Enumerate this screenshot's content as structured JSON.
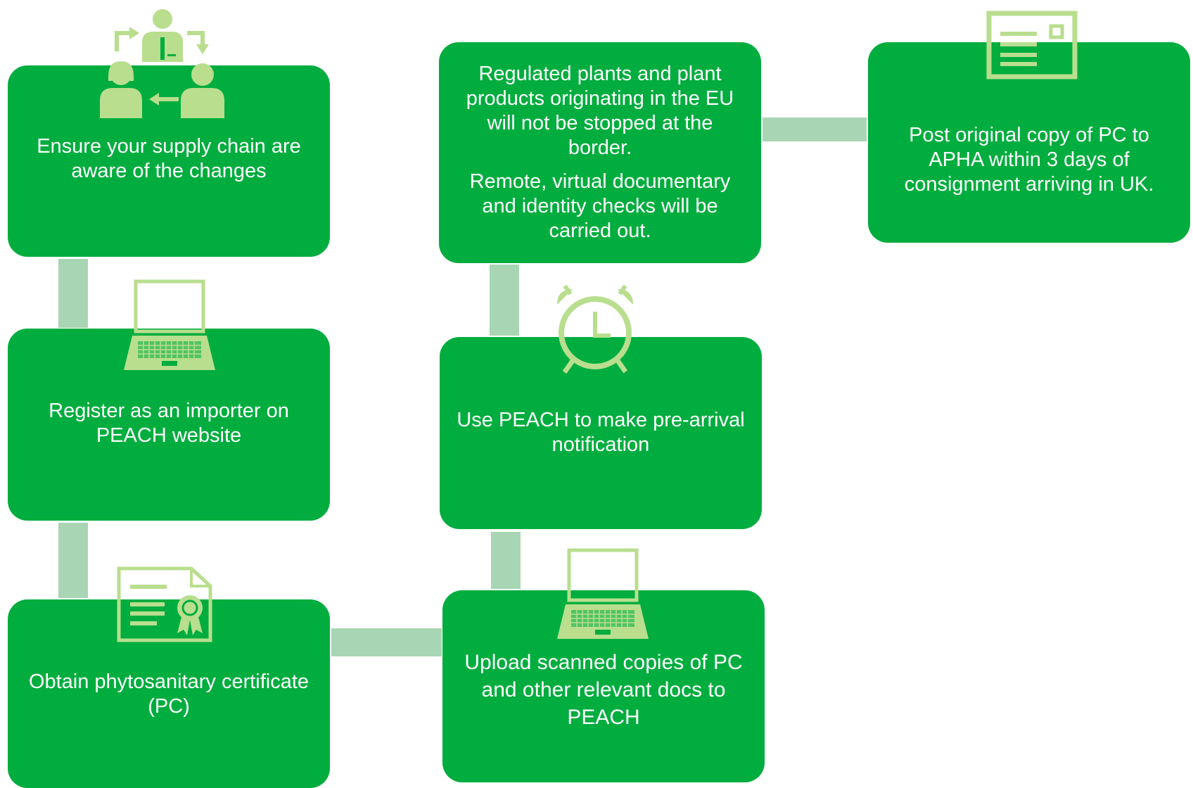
{
  "steps": {
    "supply_chain": "Ensure your supply chain are aware of the changes",
    "register": "Register as an importer on PEACH website",
    "obtain_pc": "Obtain phytosanitary certificate (PC)",
    "upload": "Upload scanned copies of PC and other relevant docs to PEACH",
    "pre_arrival": "Use PEACH to make pre-arrival notification",
    "regulated_p1": "Regulated plants and plant products originating in the EU will not be stopped at the border.",
    "regulated_p2": "Remote, virtual documentary and identity checks will be carried out.",
    "post_pc": "Post original copy of PC to APHA within 3 days of consignment arriving in UK."
  },
  "icons": {
    "supply_chain": "people-exchange-icon",
    "register": "laptop-icon",
    "obtain_pc": "certificate-icon",
    "upload": "laptop-icon",
    "pre_arrival": "alarm-clock-icon",
    "post_pc": "postcard-icon"
  },
  "colors": {
    "card": "#00ad3e",
    "card_text": "#ffffff",
    "icon": "#b8de8e",
    "connector": "#a8d5b3"
  }
}
